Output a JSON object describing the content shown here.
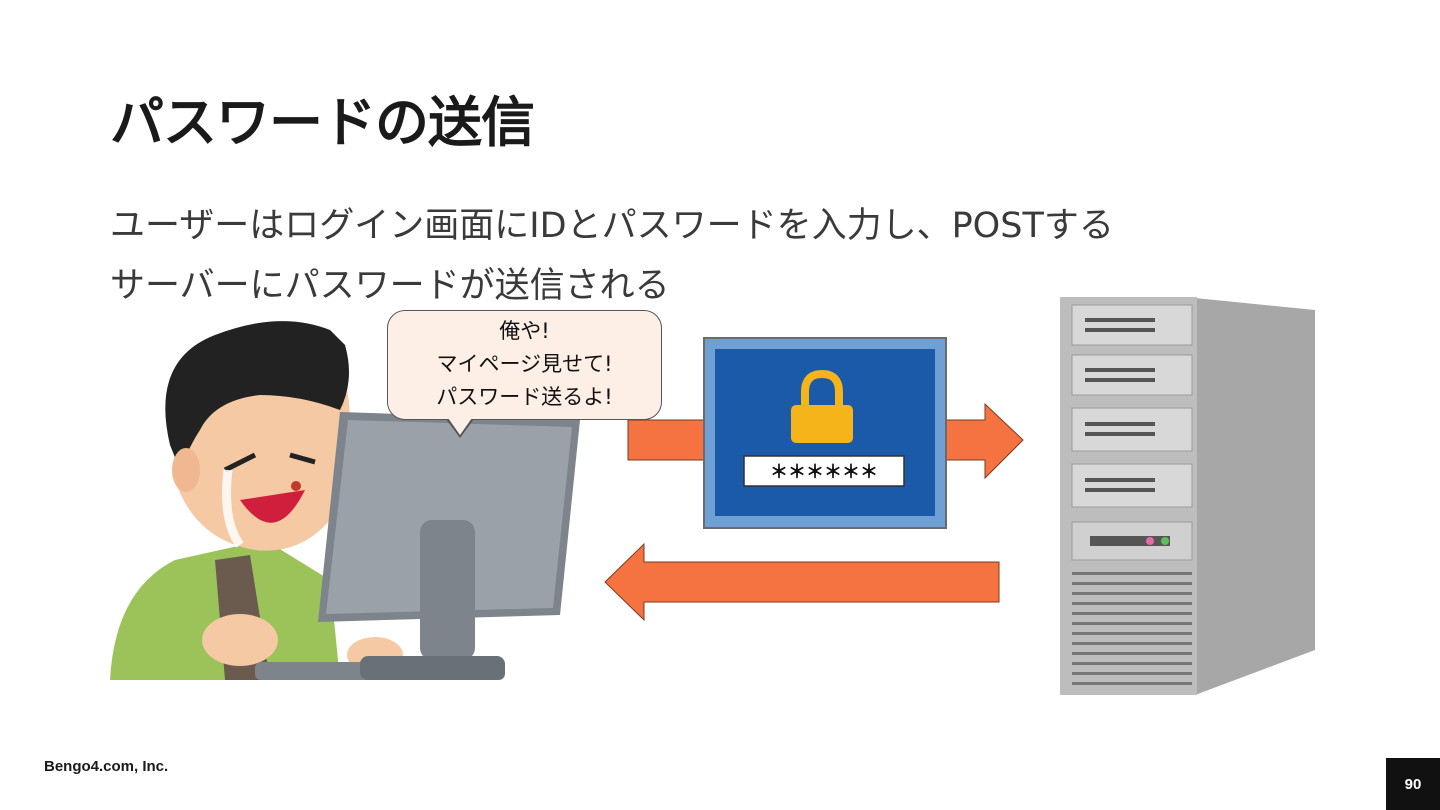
{
  "slide": {
    "title": "パスワードの送信",
    "lines": [
      "ユーザーはログイン画面にIDとパスワードを入力し、POSTする",
      "サーバーにパスワードが送信される"
    ],
    "speech_bubble": [
      "俺や!",
      "マイページ見せて!",
      "パスワード送るよ!"
    ],
    "password_mask": "＊＊＊＊＊＊",
    "footer_company": "Bengo4.com, Inc.",
    "page_number": "90"
  },
  "colors": {
    "arrow": "#f47340",
    "login_panel": "#1a5aa8",
    "lock": "#f4b41a",
    "server": "#bdbdbd"
  }
}
